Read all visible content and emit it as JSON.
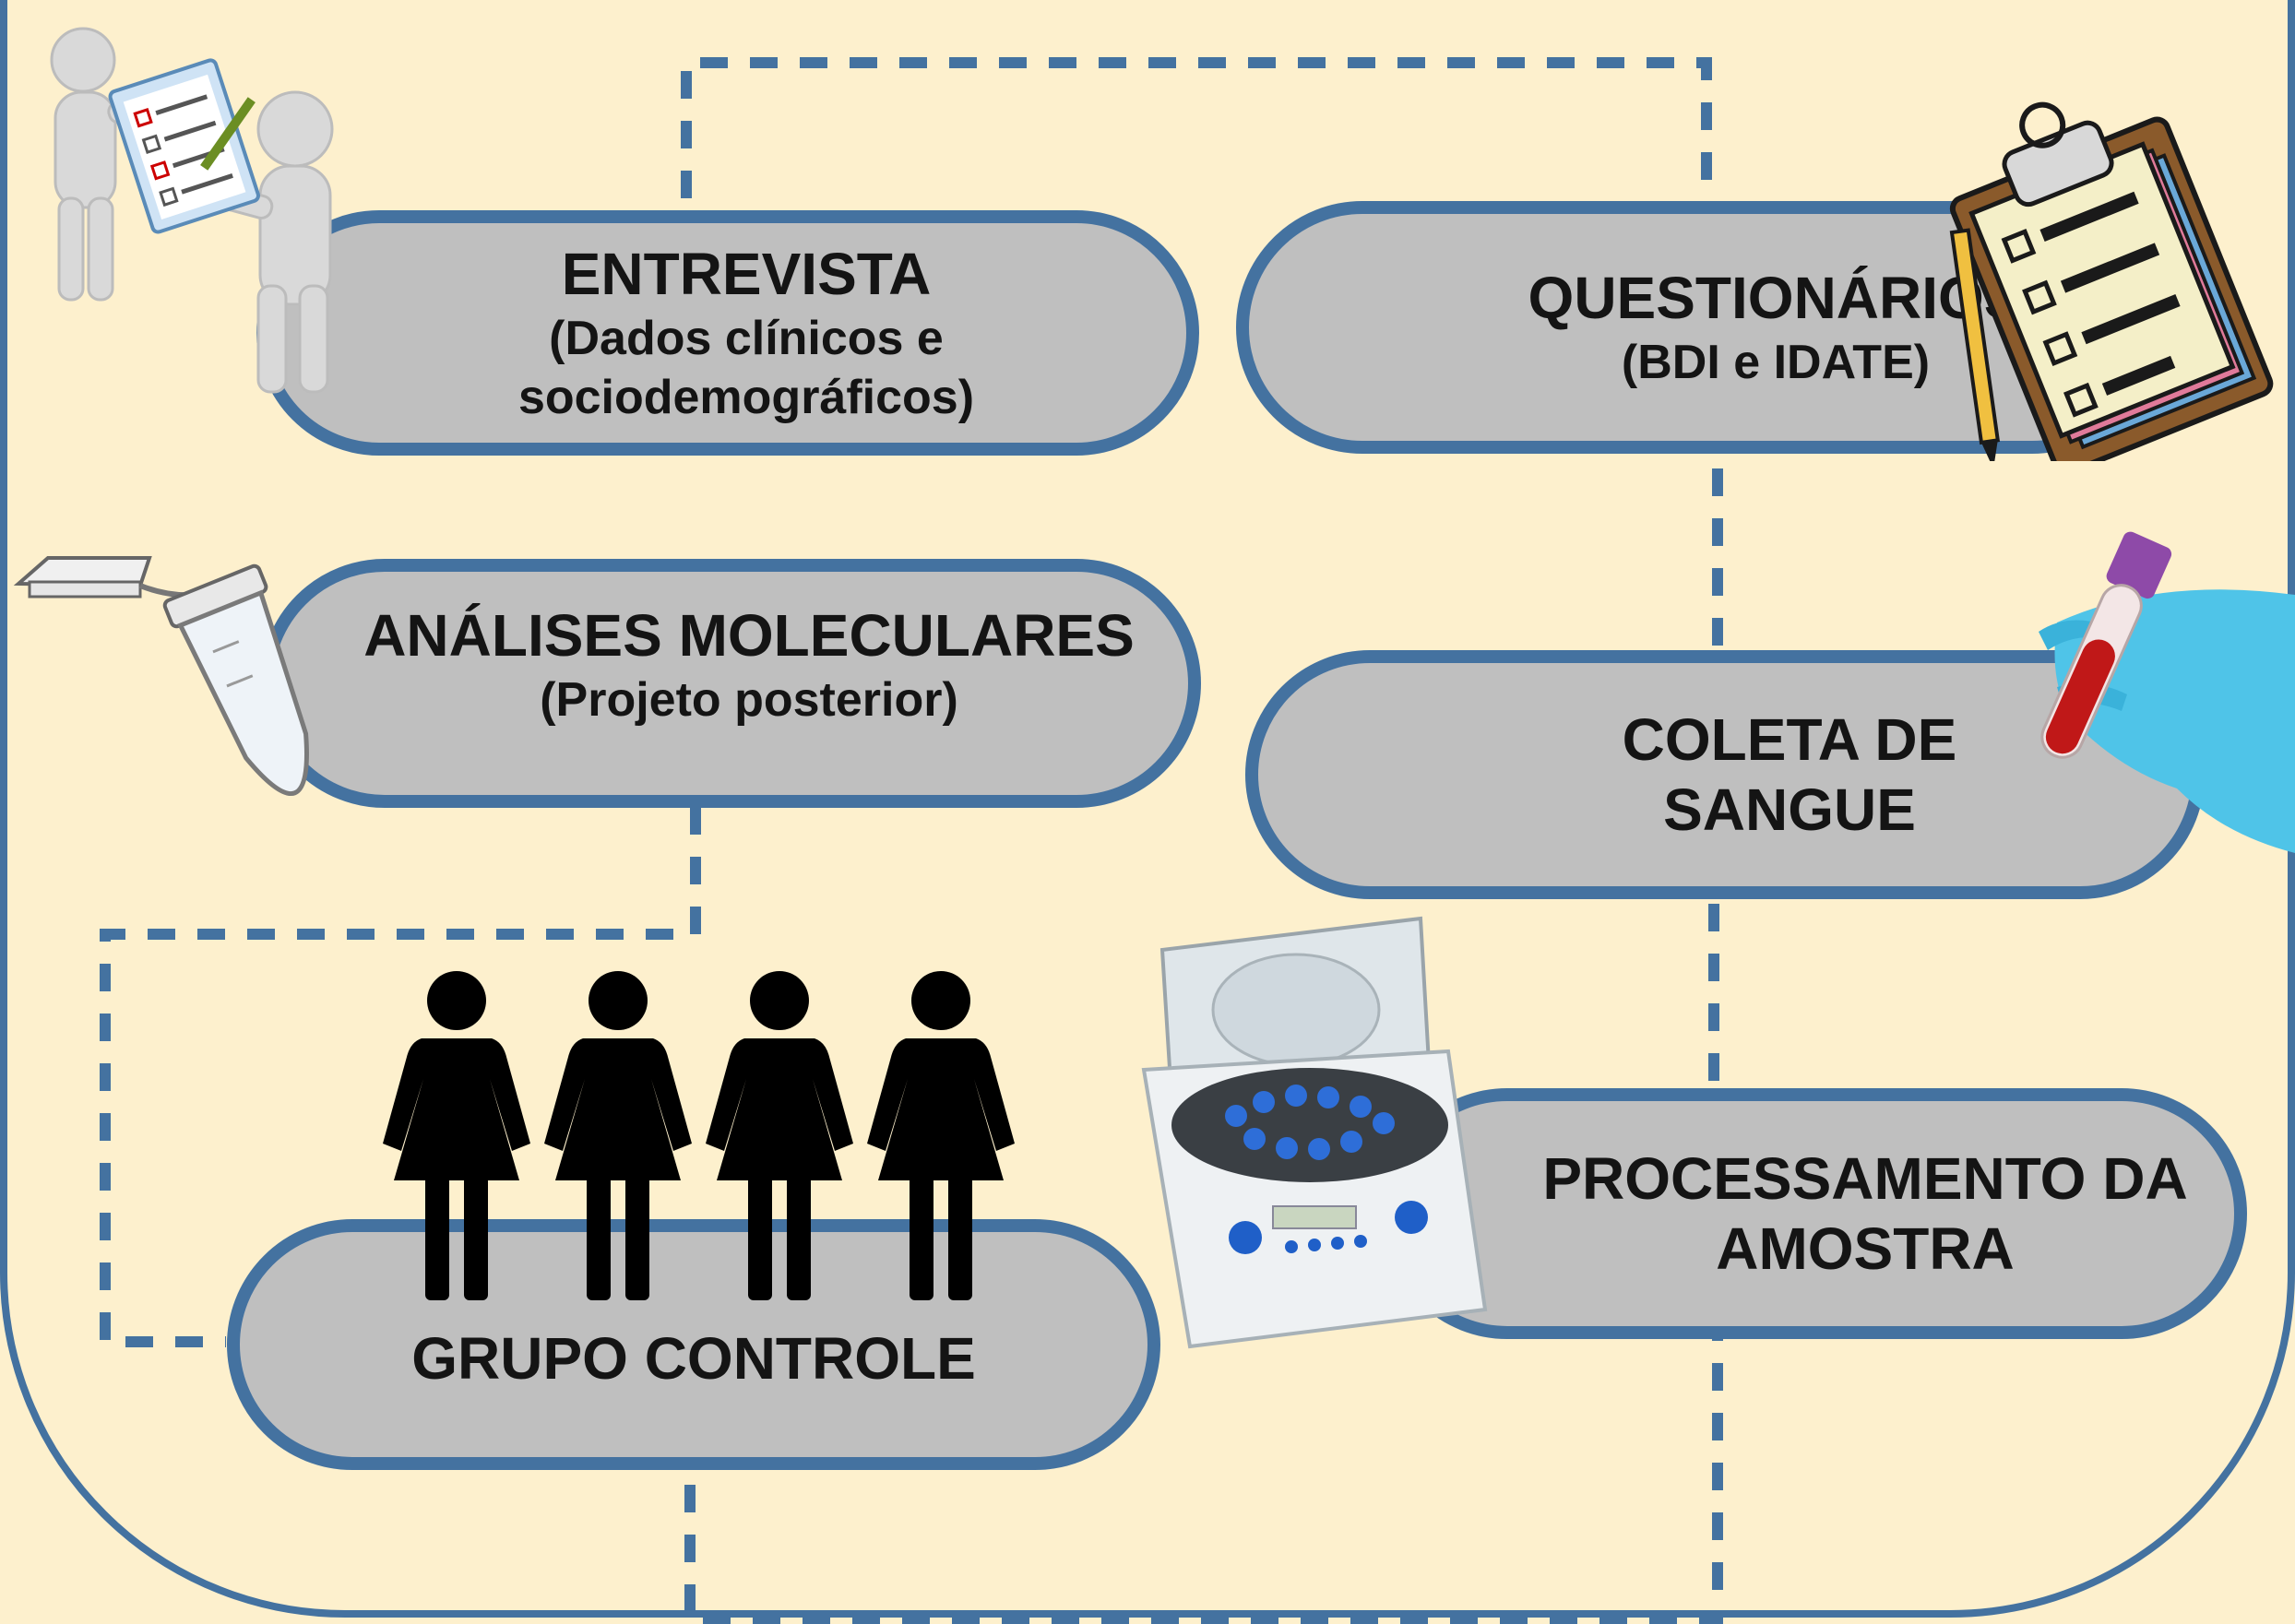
{
  "steps": [
    {
      "id": "entrevista",
      "title": "ENTREVISTA",
      "subtitle_line1": "(Dados clínicos e",
      "subtitle_line2": "sociodemográficos)"
    },
    {
      "id": "questionarios",
      "title": "QUESTIONÁRIOS",
      "subtitle": "(BDI e IDATE)"
    },
    {
      "id": "analises",
      "title": "ANÁLISES MOLECULARES",
      "subtitle": "(Projeto posterior)"
    },
    {
      "id": "coleta",
      "title_line1": "COLETA DE",
      "title_line2": "SANGUE"
    },
    {
      "id": "processamento",
      "title_line1": "PROCESSAMENTO DA",
      "title_line2": "AMOSTRA"
    },
    {
      "id": "grupo",
      "title": "GRUPO CONTROLE"
    }
  ],
  "colors": {
    "background": "#fdf0cd",
    "pill_fill": "#bfbfbf",
    "pill_border": "#4472a0",
    "connector": "#4472a0",
    "text": "#141414"
  },
  "icons": [
    "interview-people-icon",
    "clipboard-checklist-icon",
    "microtube-icon",
    "blood-tube-hand-icon",
    "centrifuge-icon",
    "women-group-icon"
  ]
}
